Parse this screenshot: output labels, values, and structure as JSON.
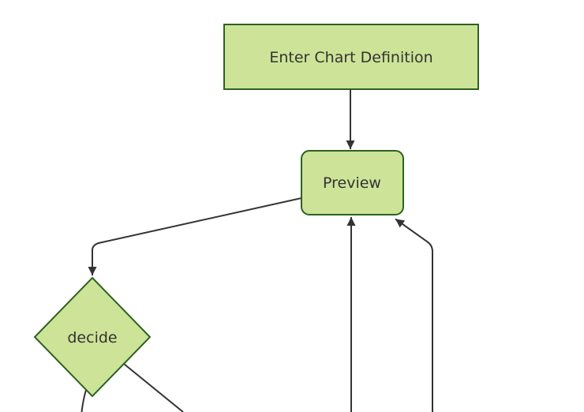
{
  "diagram": {
    "type": "flowchart",
    "orientation": "top-down",
    "background": "#ffffff",
    "colors": {
      "node_fill": "#cde498",
      "node_border": "#2e6122",
      "edge": "#333333",
      "arrowhead": "#333333",
      "text": "#333333"
    },
    "nodes": [
      {
        "id": "enter-chart-definition",
        "label": "Enter Chart Definition",
        "shape": "rectangle"
      },
      {
        "id": "preview",
        "label": "Preview",
        "shape": "rounded-rectangle"
      },
      {
        "id": "decide",
        "label": "decide",
        "shape": "diamond"
      }
    ],
    "edges": [
      {
        "from": "enter-chart-definition",
        "to": "preview",
        "arrow": true
      },
      {
        "from": "preview",
        "to": "decide",
        "arrow": true
      },
      {
        "from": "offscreen-bottom",
        "to": "preview",
        "arrow": true,
        "route": "straight-vertical"
      },
      {
        "from": "offscreen-bottom",
        "to": "preview",
        "arrow": true,
        "route": "vertical-then-diagonal"
      },
      {
        "from": "decide",
        "to": "offscreen-bottom",
        "arrow": false,
        "route": "down-left"
      },
      {
        "from": "decide",
        "to": "offscreen-bottom",
        "arrow": false,
        "route": "down-right"
      }
    ]
  }
}
